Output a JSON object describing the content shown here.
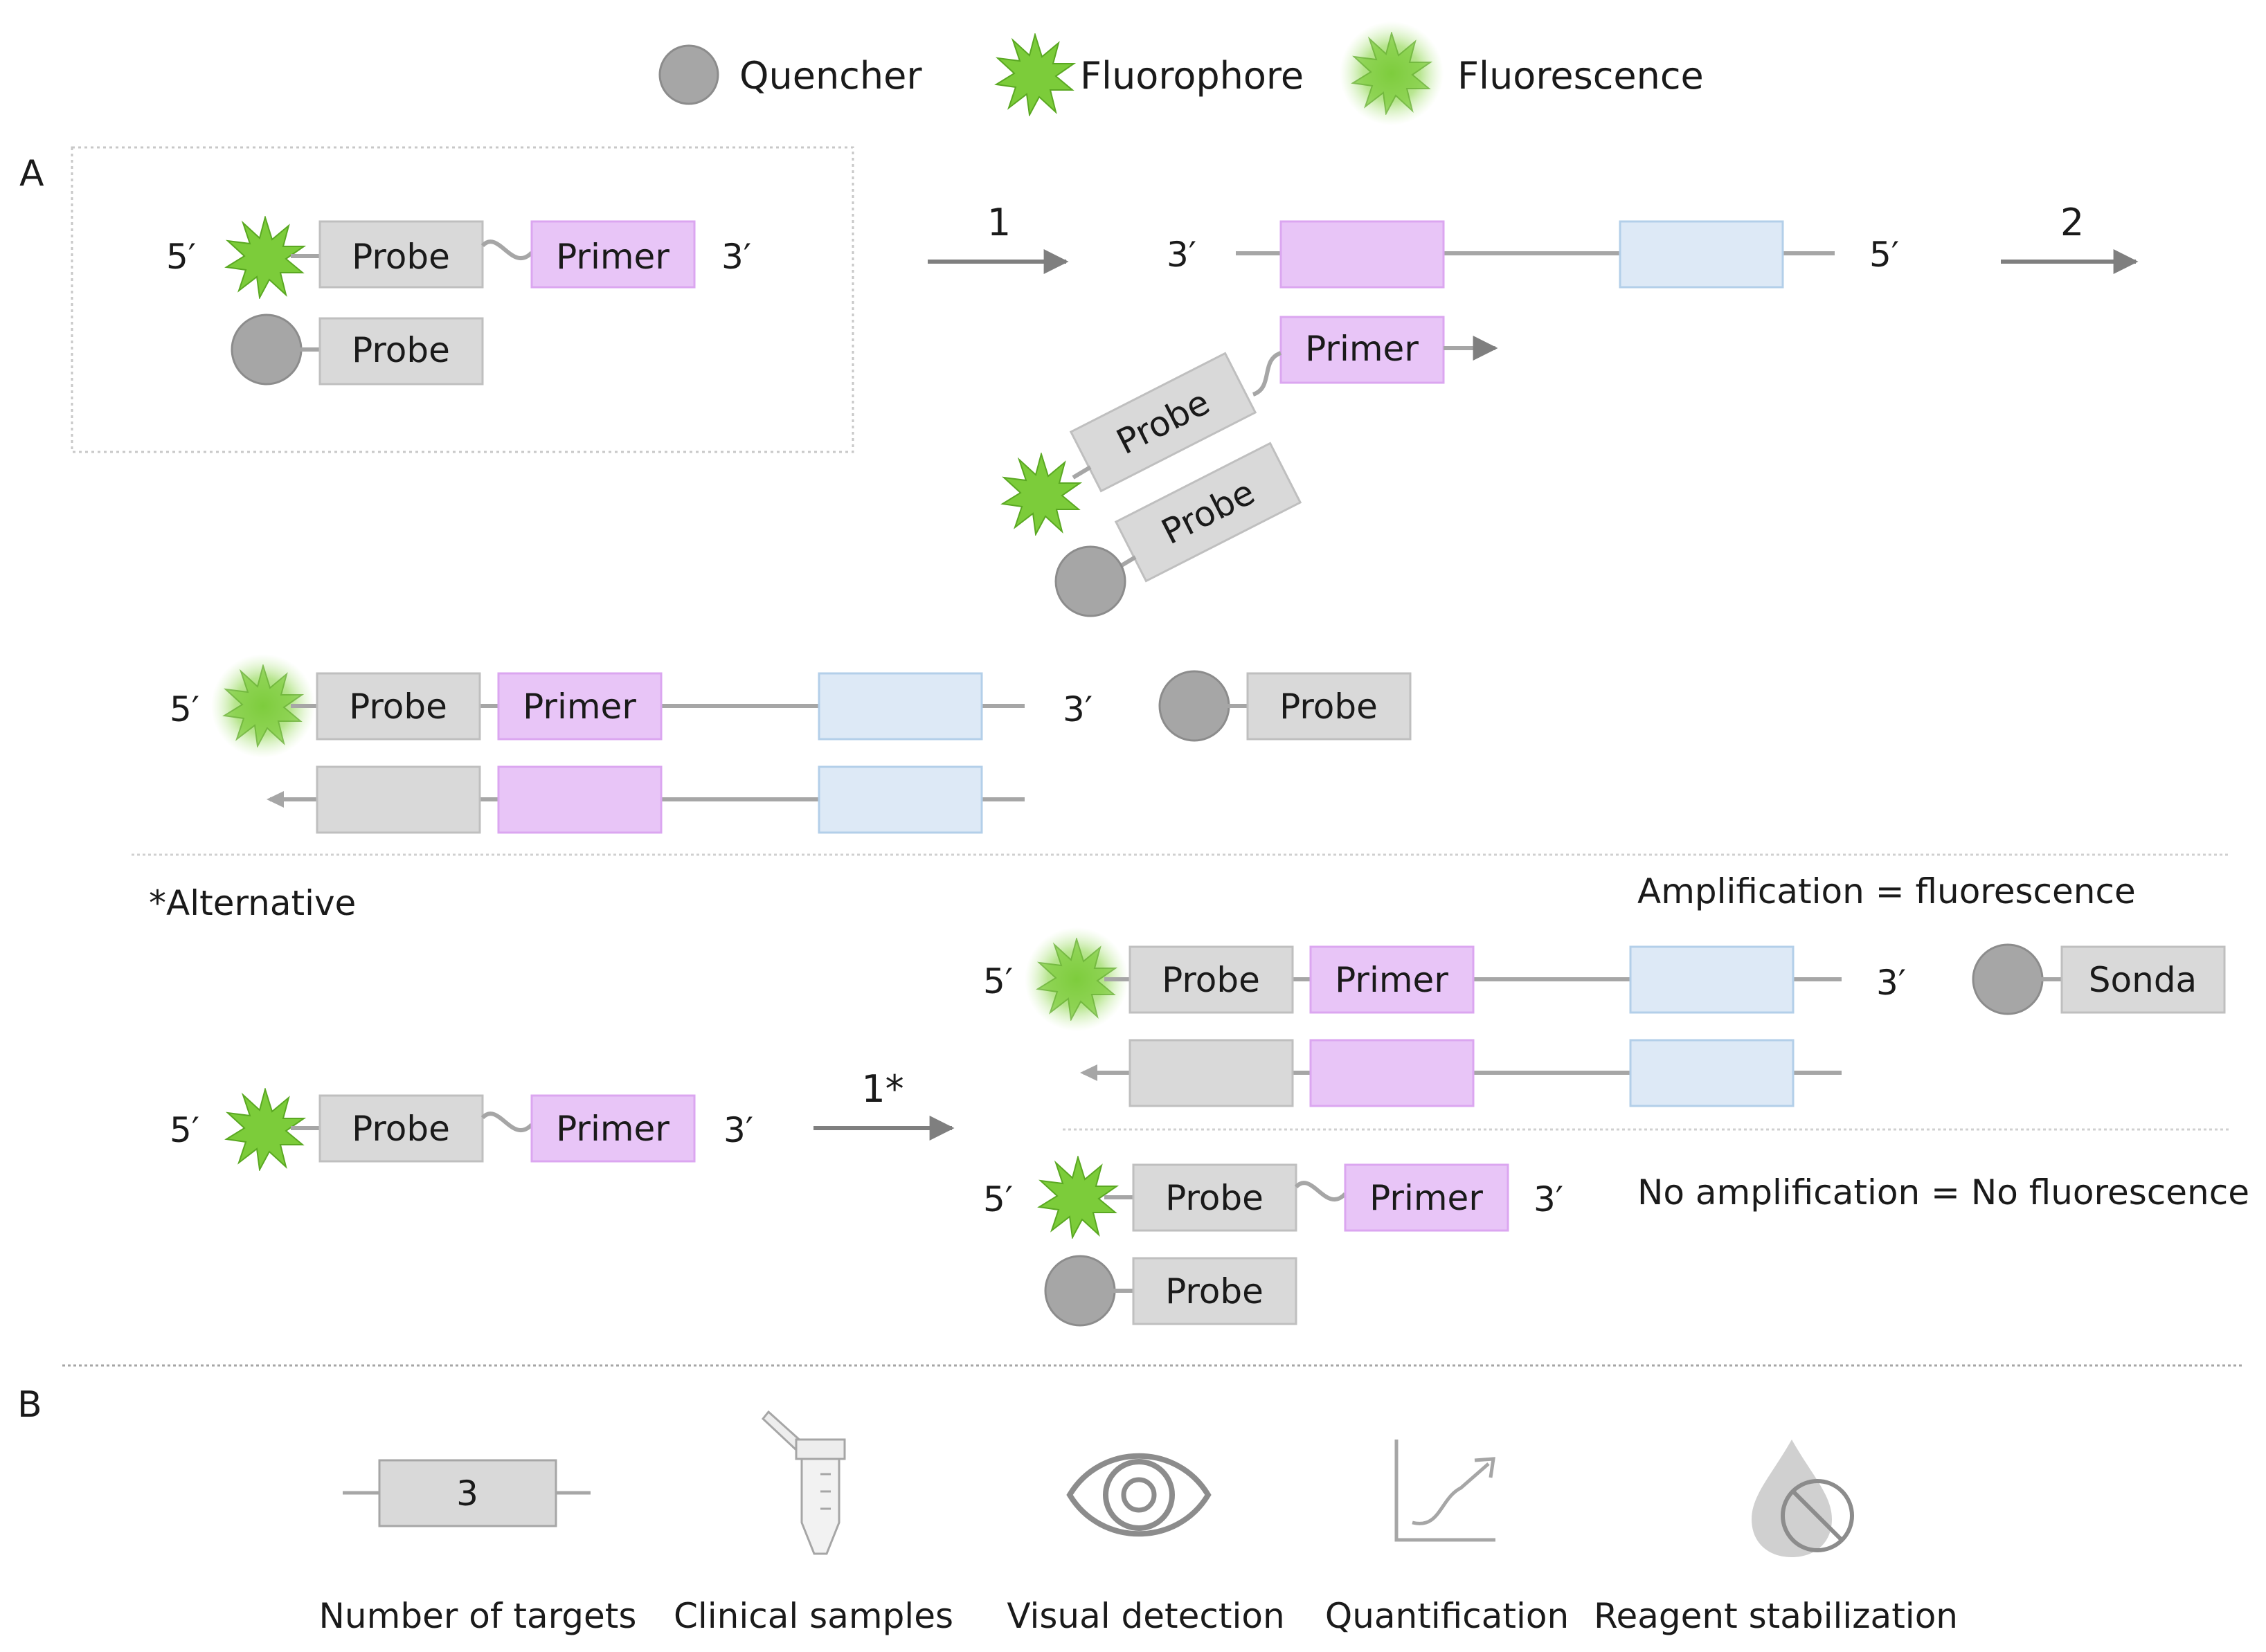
{
  "legend": {
    "quencher": "Quencher",
    "fluorophore": "Fluorophore",
    "fluorescence": "Fluorescence"
  },
  "panel_a": {
    "label": "A",
    "five_prime": "5′",
    "three_prime": "3′",
    "probe": "Probe",
    "primer": "Primer",
    "step_1": "1",
    "step_2": "2",
    "step_1_alt": "1*",
    "alternative": "*Alternative",
    "amplification": "Amplification = fluorescence",
    "no_amplification": "No amplification = No fluorescence",
    "sonda": "Sonda"
  },
  "panel_b": {
    "label": "B",
    "targets_count": "3",
    "features": [
      {
        "icon": "number-of-targets-icon",
        "label": "Number of targets"
      },
      {
        "icon": "clinical-samples-icon",
        "label": "Clinical samples"
      },
      {
        "icon": "visual-detection-icon",
        "label": "Visual detection"
      },
      {
        "icon": "quantification-icon",
        "label": "Quantification"
      },
      {
        "icon": "reagent-stabilization-icon",
        "label": "Reagent stabilization"
      }
    ]
  },
  "colors": {
    "probe_fill": "#d9d9d9",
    "probe_stroke": "#bfbfbf",
    "primer_fill": "#e8c5f7",
    "primer_stroke": "#dba6f0",
    "target_fill": "#dde9f6",
    "target_stroke": "#b3cfe9",
    "strand": "#a6a6a6",
    "fluorophore": "#7ccc3a",
    "quencher": "#a6a6a6"
  }
}
